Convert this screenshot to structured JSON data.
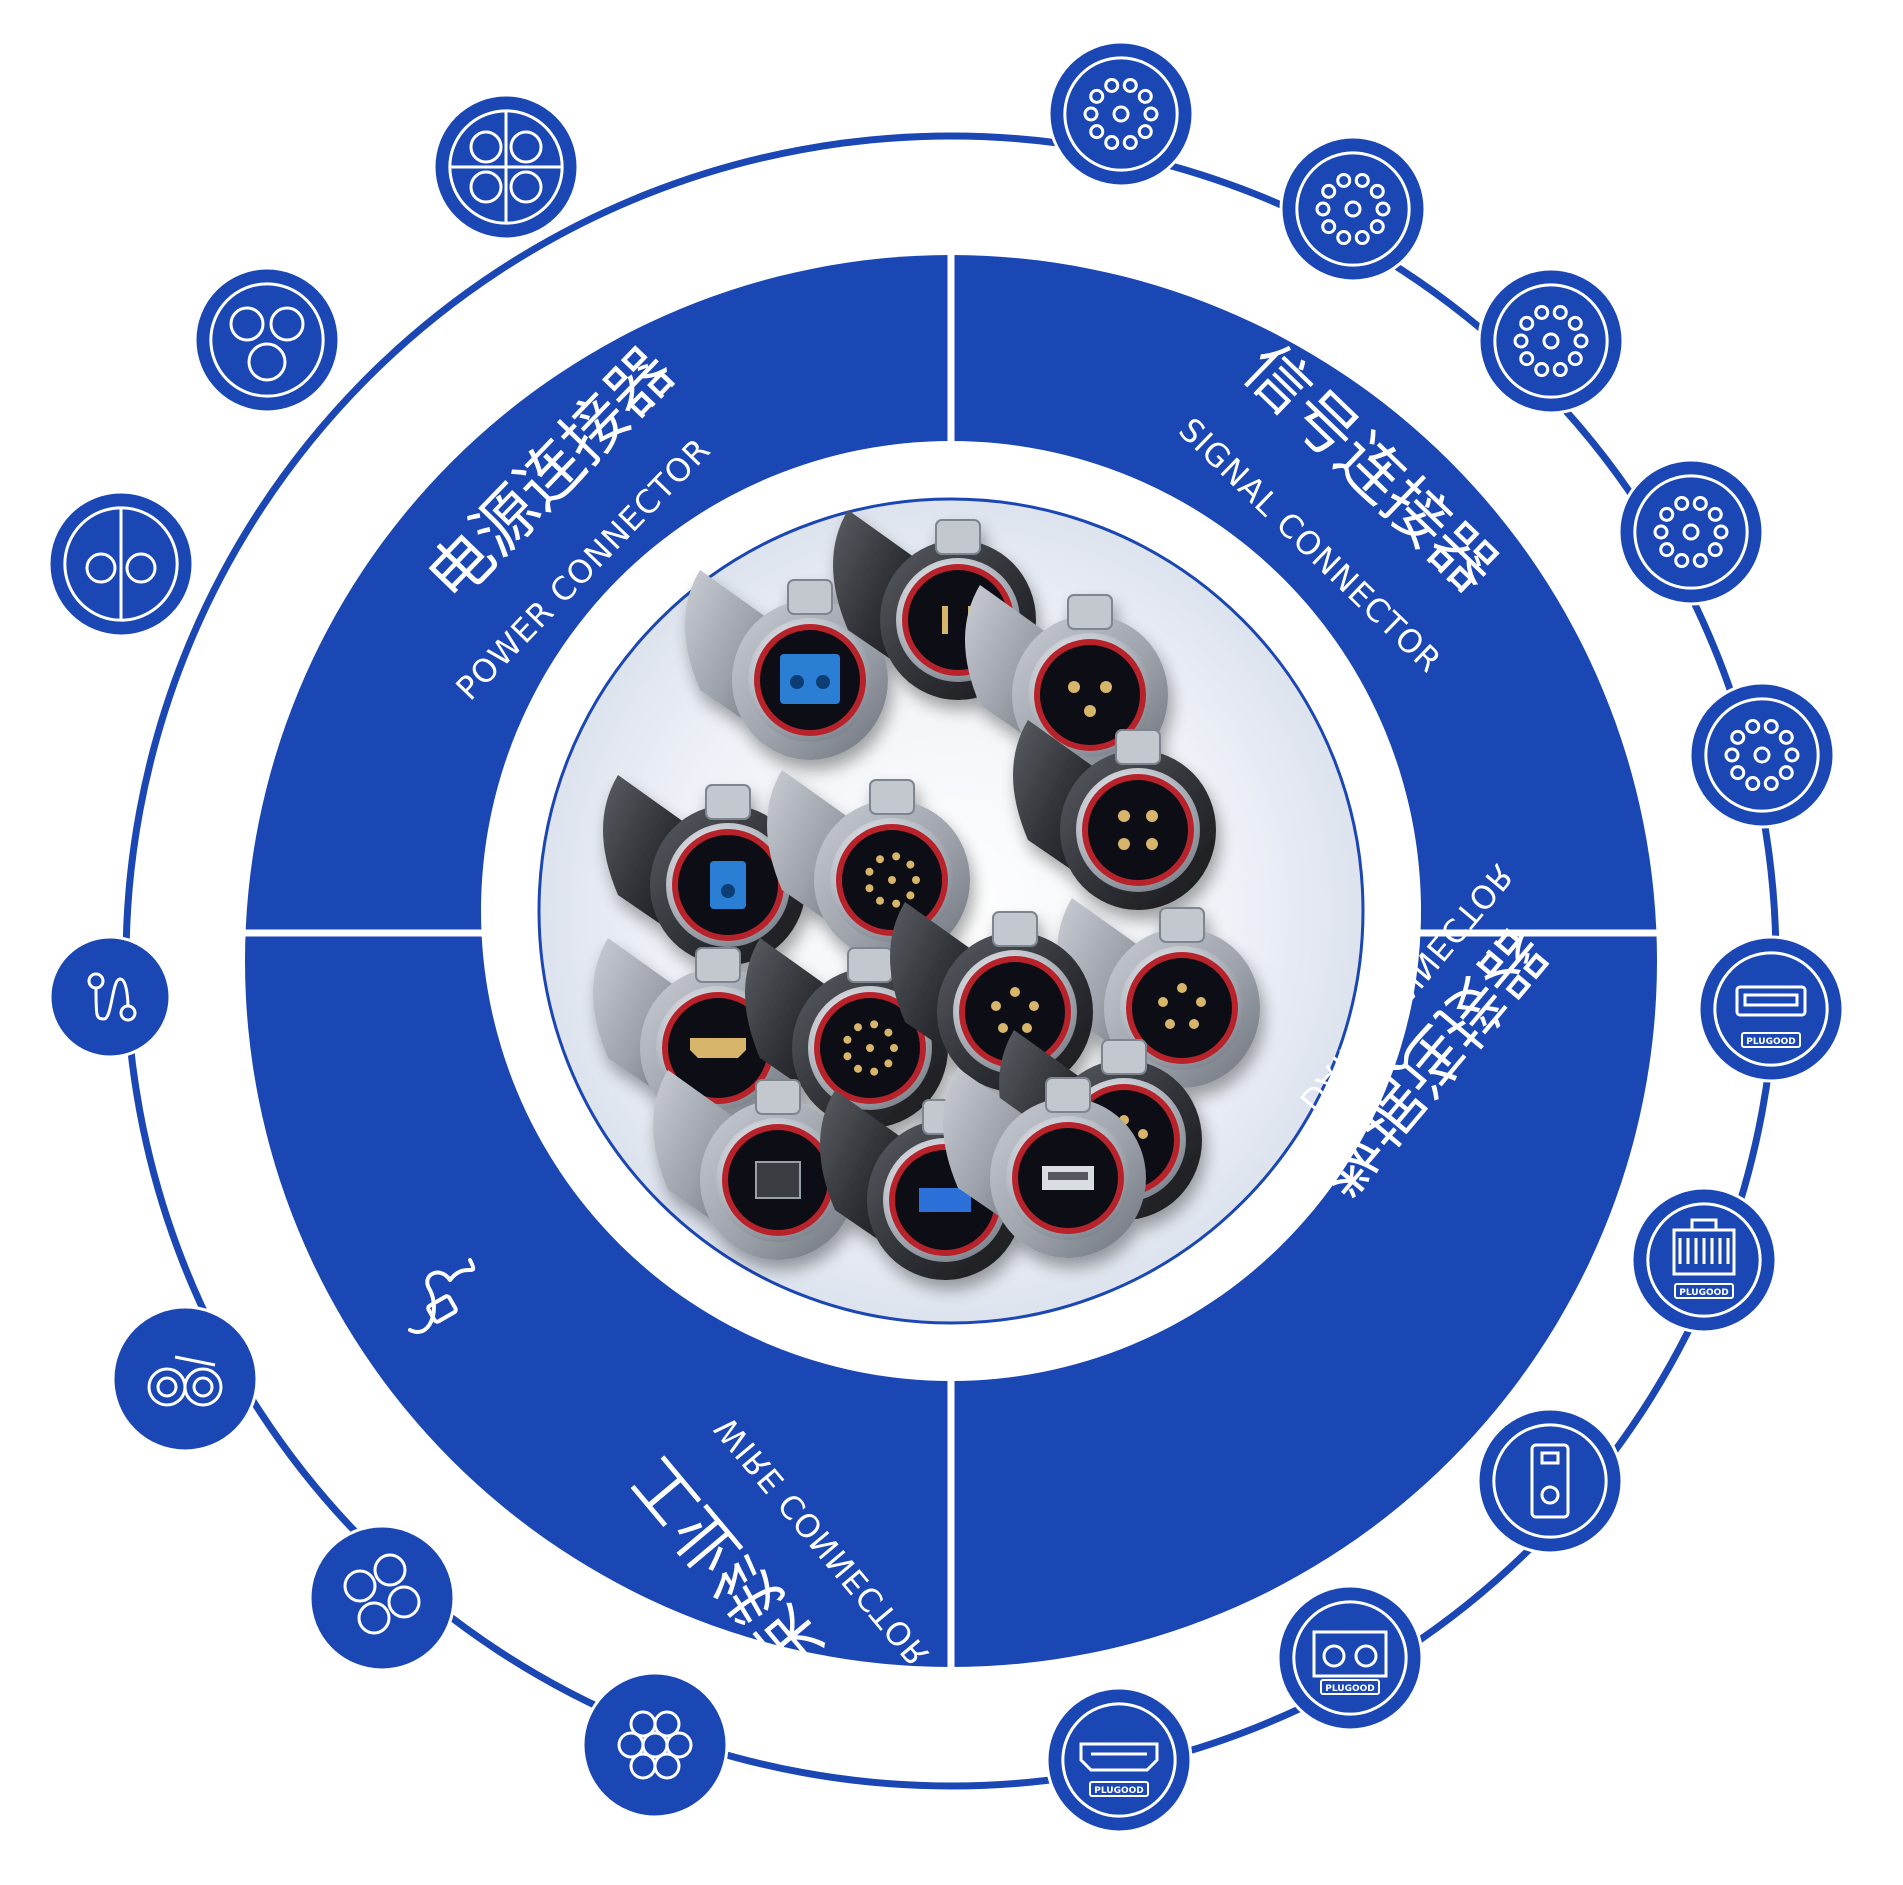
{
  "colors": {
    "primary": "#1b47b4",
    "white": "#ffffff",
    "center_bg": "#eef1f7"
  },
  "quadrants": [
    {
      "id": "power",
      "cn": "电源连接器",
      "en": "POWER CONNECTOR"
    },
    {
      "id": "signal",
      "cn": "信号连接器",
      "en": "SIGNAL CONNECTOR"
    },
    {
      "id": "data",
      "cn": "数据连接器",
      "en": "DATA CONNECTOR"
    },
    {
      "id": "wire",
      "cn": "工业线束",
      "en": "WIRE CONNECTOR"
    }
  ],
  "outer_icons": [
    {
      "name": "power-2pin-icon",
      "glyph": "power2"
    },
    {
      "name": "power-3pin-icon",
      "glyph": "power3"
    },
    {
      "name": "power-4pin-icon",
      "glyph": "power4"
    },
    {
      "name": "signal-5pin-icon",
      "glyph": "pins"
    },
    {
      "name": "signal-7pin-icon",
      "glyph": "pins"
    },
    {
      "name": "signal-10pin-icon",
      "glyph": "pins"
    },
    {
      "name": "signal-12pin-icon",
      "glyph": "pins"
    },
    {
      "name": "signal-15pin-icon",
      "glyph": "pins"
    },
    {
      "name": "usb-a-port-icon",
      "glyph": "usb",
      "label": "PLUGOOD"
    },
    {
      "name": "rj45-port-icon",
      "glyph": "rj45",
      "label": "PLUGOOD"
    },
    {
      "name": "fiber-sc-icon",
      "glyph": "fiber"
    },
    {
      "name": "duplex-lc-fiber-icon",
      "glyph": "lc",
      "label": "PLUGOOD"
    },
    {
      "name": "hdmi-port-icon",
      "glyph": "hdmi",
      "label": "PLUGOOD"
    },
    {
      "name": "cable-bundle-7-icon",
      "glyph": "bundle7"
    },
    {
      "name": "cable-bundle-3-icon",
      "glyph": "bundle3"
    },
    {
      "name": "cable-pair-icon",
      "glyph": "bundle2"
    },
    {
      "name": "wire-harness-icon",
      "glyph": "wire"
    }
  ],
  "products": [
    {
      "name": "connector-fiber-duplex",
      "body": "gray",
      "face": "fiber"
    },
    {
      "name": "connector-2pin-power",
      "body": "black",
      "face": "pins2"
    },
    {
      "name": "connector-3pin-power",
      "body": "gray",
      "face": "pins3"
    },
    {
      "name": "connector-4pin-power",
      "body": "black",
      "face": "pins4"
    },
    {
      "name": "connector-fiber-single",
      "body": "black",
      "face": "fiber1"
    },
    {
      "name": "connector-multi-signal",
      "body": "gray",
      "face": "multi"
    },
    {
      "name": "connector-5pin-signal",
      "body": "gray",
      "face": "pins5"
    },
    {
      "name": "connector-hdmi",
      "body": "gray",
      "face": "hdmi"
    },
    {
      "name": "connector-8pin-signal",
      "body": "black",
      "face": "multi"
    },
    {
      "name": "connector-6pin-signal",
      "body": "black",
      "face": "pins5"
    },
    {
      "name": "connector-5pin-black",
      "body": "black",
      "face": "pins5"
    },
    {
      "name": "connector-rj45",
      "body": "gray",
      "face": "rj45"
    },
    {
      "name": "connector-usb3",
      "body": "black",
      "face": "usb3"
    },
    {
      "name": "connector-usb2",
      "body": "gray",
      "face": "usb2"
    }
  ]
}
